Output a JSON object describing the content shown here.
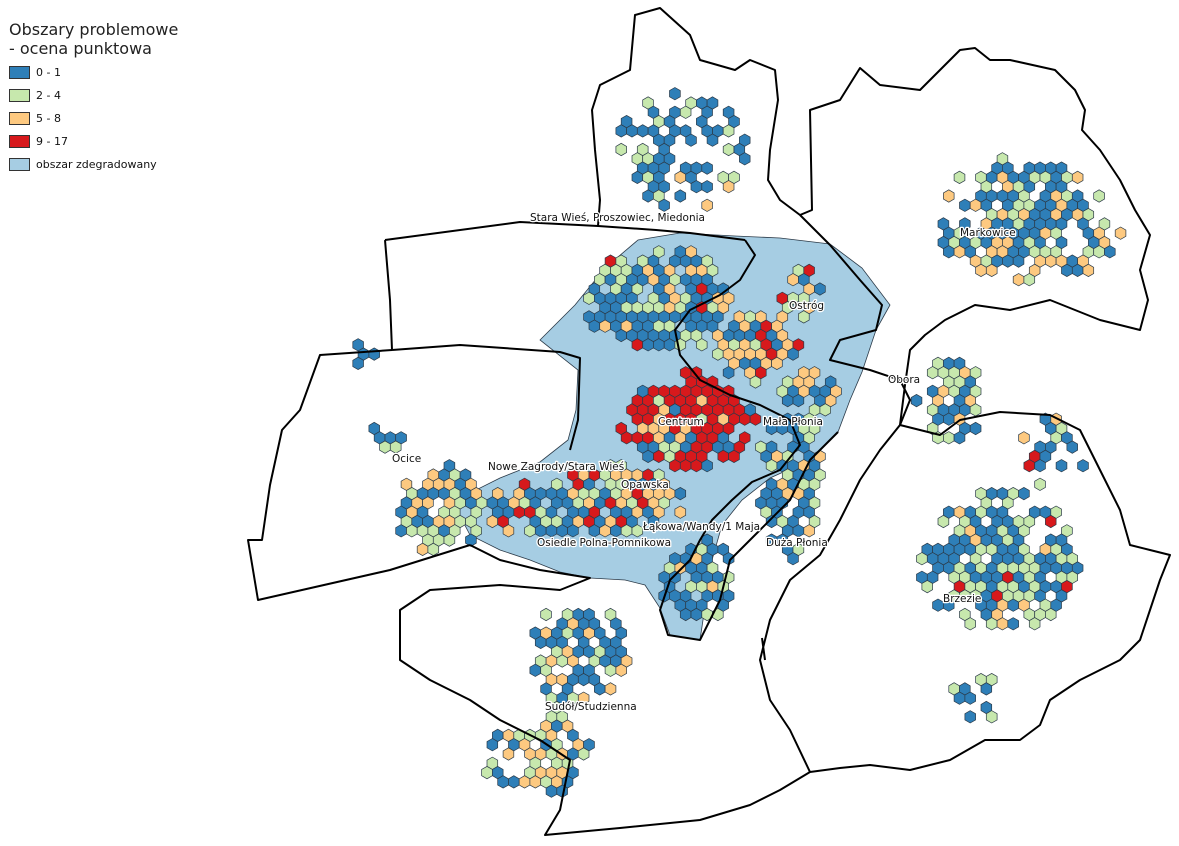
{
  "legend": {
    "title_line1": "Obszary problemowe",
    "title_line2": "- ocena punktowa",
    "items": [
      {
        "label": "0 - 1",
        "color": "#2e7fb8"
      },
      {
        "label": "2 - 4",
        "color": "#c7e8ad"
      },
      {
        "label": "5 - 8",
        "color": "#fdc980"
      },
      {
        "label": "9 - 17",
        "color": "#d7191c"
      },
      {
        "label": "obszar zdegradowany",
        "color": "#a6cde3"
      }
    ]
  },
  "map": {
    "colors": {
      "boundary": "#000000",
      "degraded_area": "#a6cde3",
      "hex_stroke": "#2b3a48"
    },
    "districts": [
      {
        "name": "Stara Wieś, Proszowiec, Miedonia"
      },
      {
        "name": "Markowice"
      },
      {
        "name": "Ostróg"
      },
      {
        "name": "Obora"
      },
      {
        "name": "Centrum"
      },
      {
        "name": "Mała Płonia"
      },
      {
        "name": "Ocice"
      },
      {
        "name": "Nowe Zagrody/Stara Wieś"
      },
      {
        "name": "Opawska"
      },
      {
        "name": "Łąkowa/Wandy/1 Maja"
      },
      {
        "name": "Osiedle  Polna-Pomnikowa"
      },
      {
        "name": "Duża Płonia"
      },
      {
        "name": "Brzezie"
      },
      {
        "name": "Sudół/Studzienna"
      }
    ]
  }
}
